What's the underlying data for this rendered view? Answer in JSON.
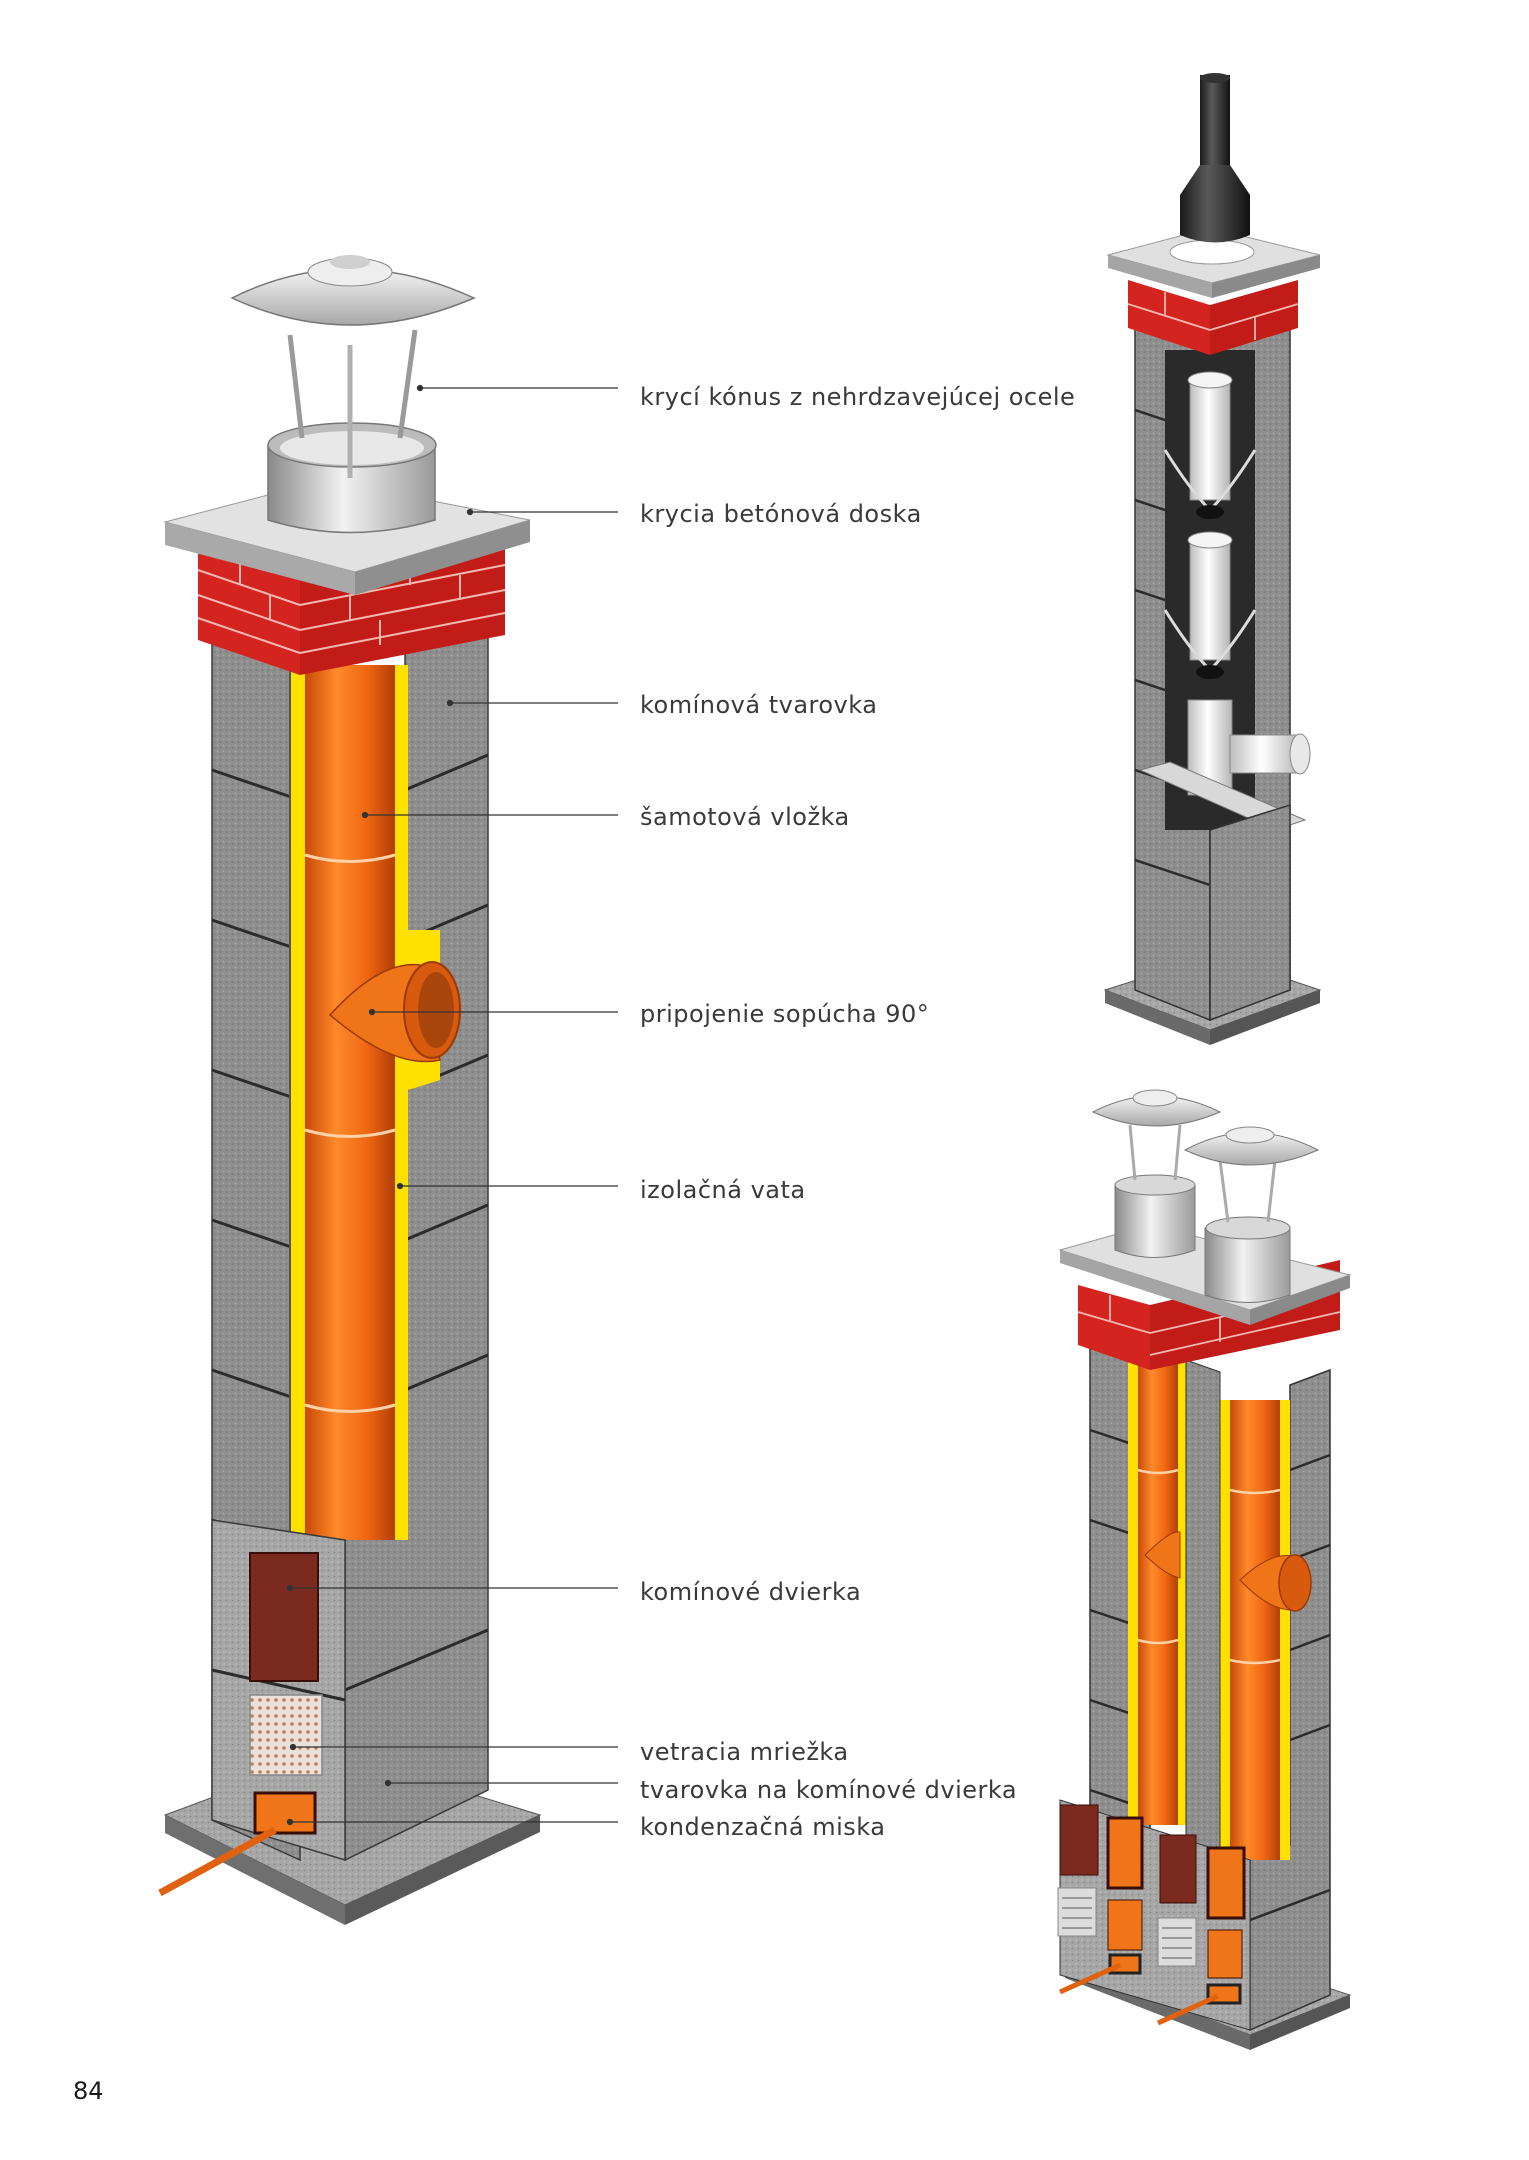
{
  "labels": {
    "cover_cone": "krycí kónus z nehrdzavejúcej ocele",
    "concrete_slab": "krycia betónová doska",
    "chimney_block": "komínová tvarovka",
    "chamotte_liner": "šamotová vložka",
    "flue_connection": "pripojenie sopúcha 90°",
    "insulation_wool": "izolačná vata",
    "chimney_door": "komínové dvierka",
    "vent_grille": "vetracia mriežka",
    "door_block": "tvarovka na komínové dvierka",
    "condensate_tray": "kondenzačná miska"
  },
  "page_number": "84",
  "colors": {
    "brick_red": "#d42420",
    "liner_orange": "#ee6512",
    "insulation_yellow": "#ffe100",
    "block_grey": "#8c8c8c",
    "steel": "#c8c8c8",
    "door_brown": "#7a2a1e",
    "leader_line": "#333333"
  }
}
